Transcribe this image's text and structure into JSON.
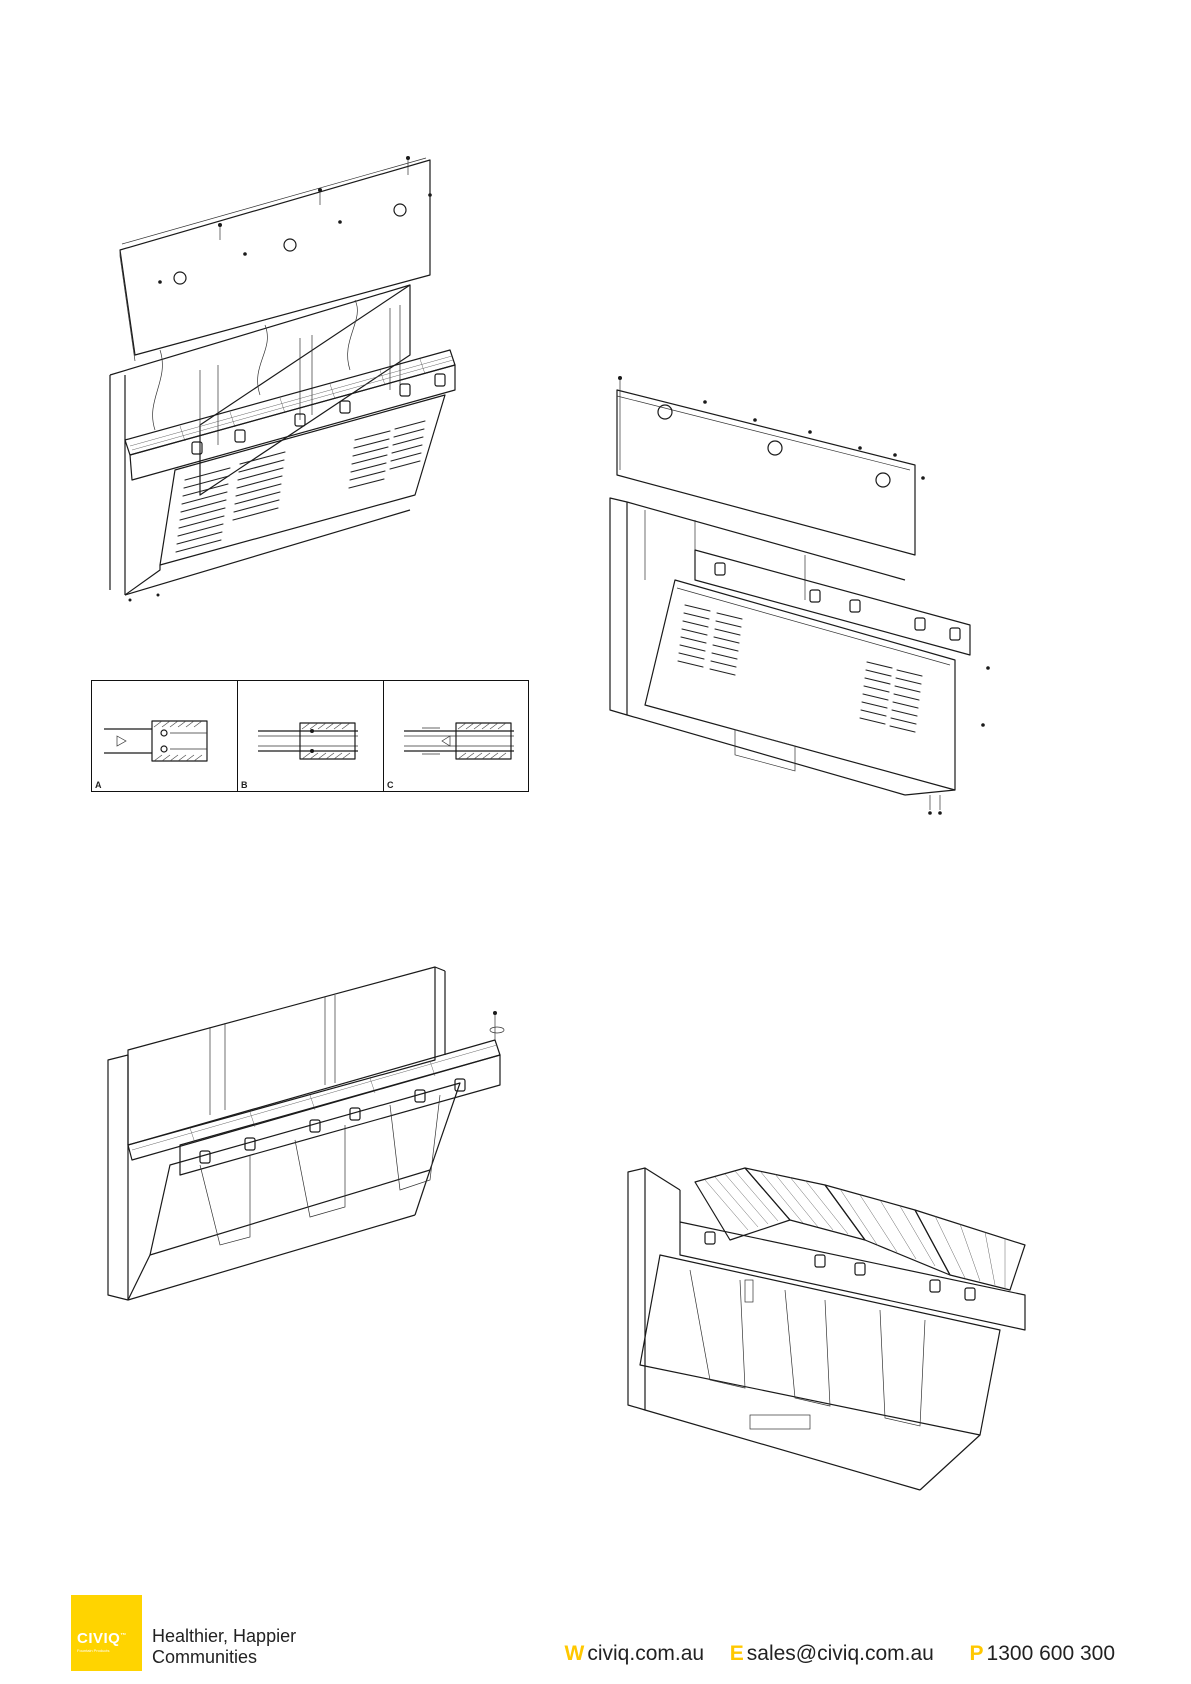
{
  "details": {
    "panels": [
      {
        "label": "A"
      },
      {
        "label": "B"
      },
      {
        "label": "C"
      }
    ]
  },
  "footer": {
    "logo": {
      "name": "CIVIQ",
      "trademark": "™",
      "subtitle": "Fountain Products"
    },
    "tagline_line1": "Healthier, Happier",
    "tagline_line2": "Communities",
    "web_key": "W",
    "web": "civiq.com.au",
    "email_key": "E",
    "email": "sales@civiq.com.au",
    "phone_key": "P",
    "phone": "1300 600 300"
  },
  "colors": {
    "brand_yellow": "#ffd400",
    "contact_key": "#ffc800",
    "line": "#1a1a1a"
  }
}
